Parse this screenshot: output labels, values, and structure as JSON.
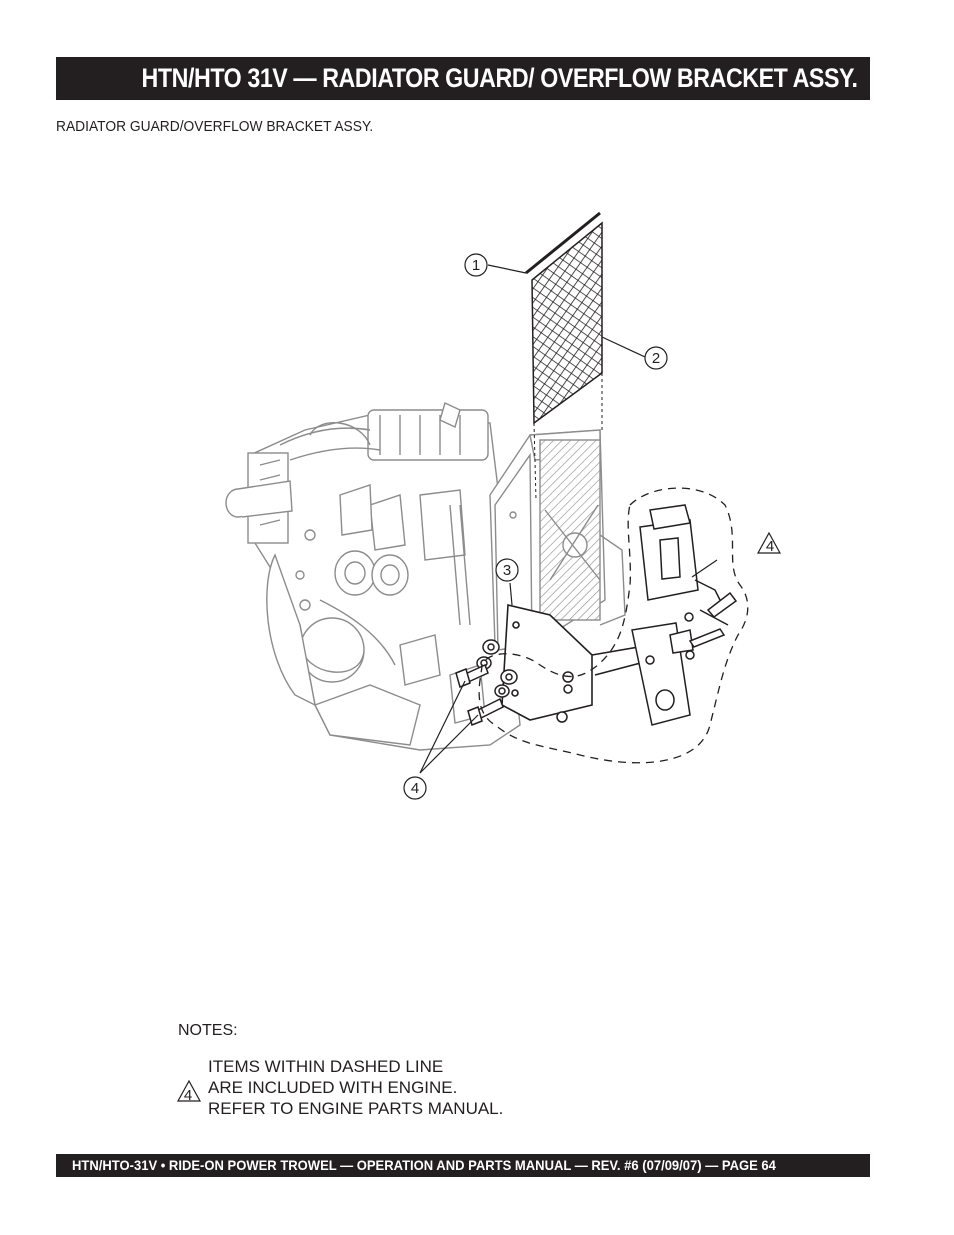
{
  "header": {
    "title": "HTN/HTO 31V — RADIATOR GUARD/ OVERFLOW BRACKET  ASSY."
  },
  "subtitle": "RADIATOR GUARD/OVERFLOW BRACKET ASSY.",
  "figure": {
    "callouts": [
      "1",
      "2",
      "3",
      "4",
      "4"
    ]
  },
  "notes": {
    "heading": "NOTES:",
    "marker": "4",
    "lines": [
      "ITEMS WITHIN DASHED LINE",
      "ARE INCLUDED WITH ENGINE.",
      "REFER TO ENGINE PARTS MANUAL."
    ]
  },
  "footer": {
    "text": "HTN/HTO-31V • RIDE-ON POWER TROWEL — OPERATION AND PARTS MANUAL — REV. #6 (07/09/07) — PAGE 64"
  }
}
